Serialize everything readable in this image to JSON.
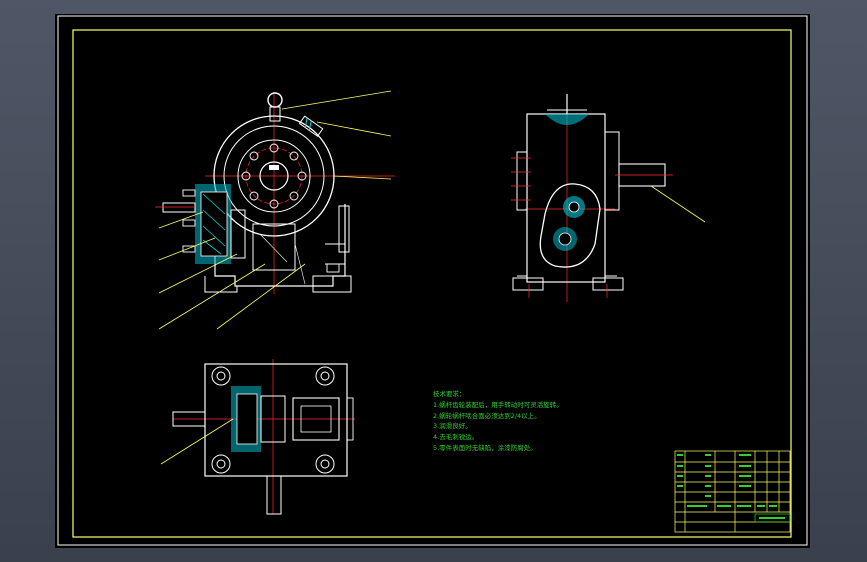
{
  "drawing": {
    "notes_title": "技术要求：",
    "notes": [
      "1.蜗杆齿轮装配后，用手转动时可灵活旋转。",
      "2.蜗轮蜗杆啮合面必须达到2/4以上。",
      "3.润滑良好。",
      "4.去毛刺锐边。",
      "5.零件表面时无缺陷，涂漆防腐处。"
    ],
    "colors": {
      "background": "#000000",
      "frame": "#ffff66",
      "outline": "#ffffff",
      "center_line": "#ff2a2a",
      "section": "#00d5d5",
      "leader": "#ffff66",
      "notes_text": "#2fd22f"
    }
  }
}
